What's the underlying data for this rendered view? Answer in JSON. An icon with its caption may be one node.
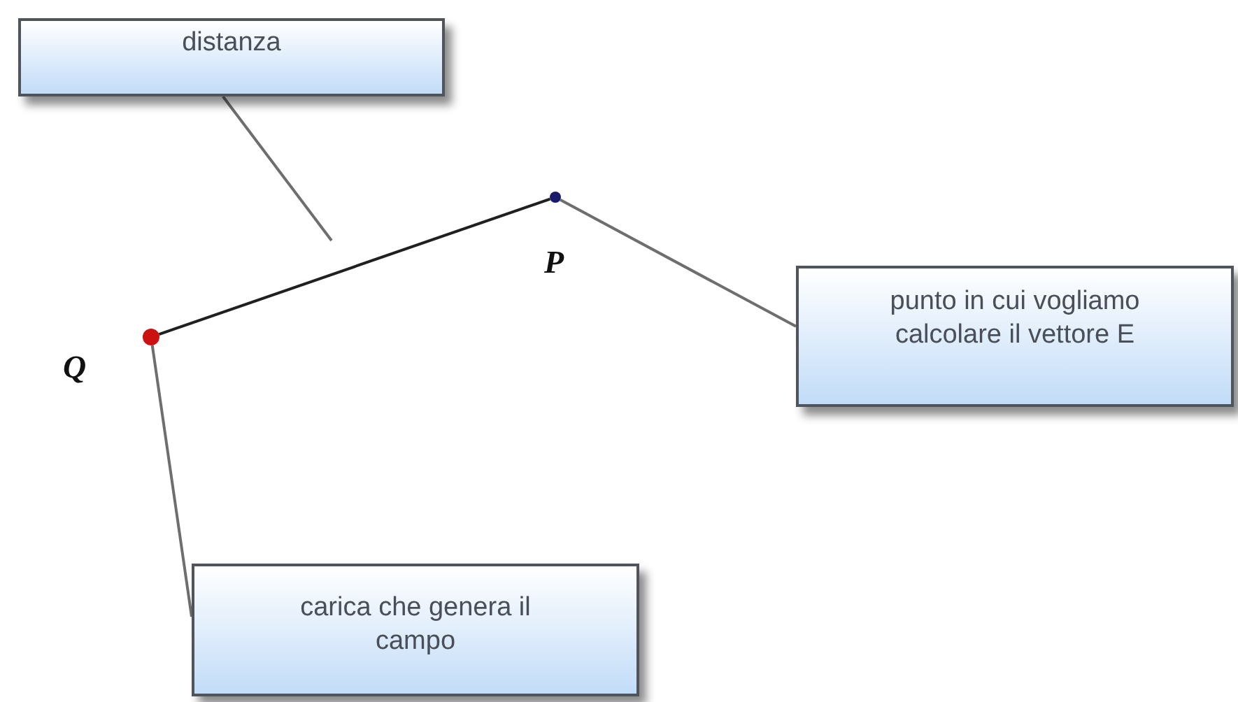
{
  "diagram": {
    "nodes": [
      {
        "text": [
          "distanza"
        ]
      },
      {
        "text": [],
        "shape": "circle",
        "beside": [
          "Q"
        ]
      },
      {
        "text": [],
        "shape": "circle",
        "beside": [
          "P"
        ]
      },
      {
        "text": [
          "punto in cui vogliamo calcolare il vettore E"
        ]
      },
      {
        "text": [
          "carica che genera il campo"
        ]
      }
    ],
    "edges": [
      {
        "from": 1,
        "to": 2,
        "arrow": "none",
        "color": "#202020"
      },
      {
        "from": 0,
        "to": null,
        "arrow": "none"
      },
      {
        "from": 3,
        "to": 2,
        "arrow": "none"
      },
      {
        "from": 4,
        "to": 1,
        "arrow": "none"
      }
    ]
  }
}
